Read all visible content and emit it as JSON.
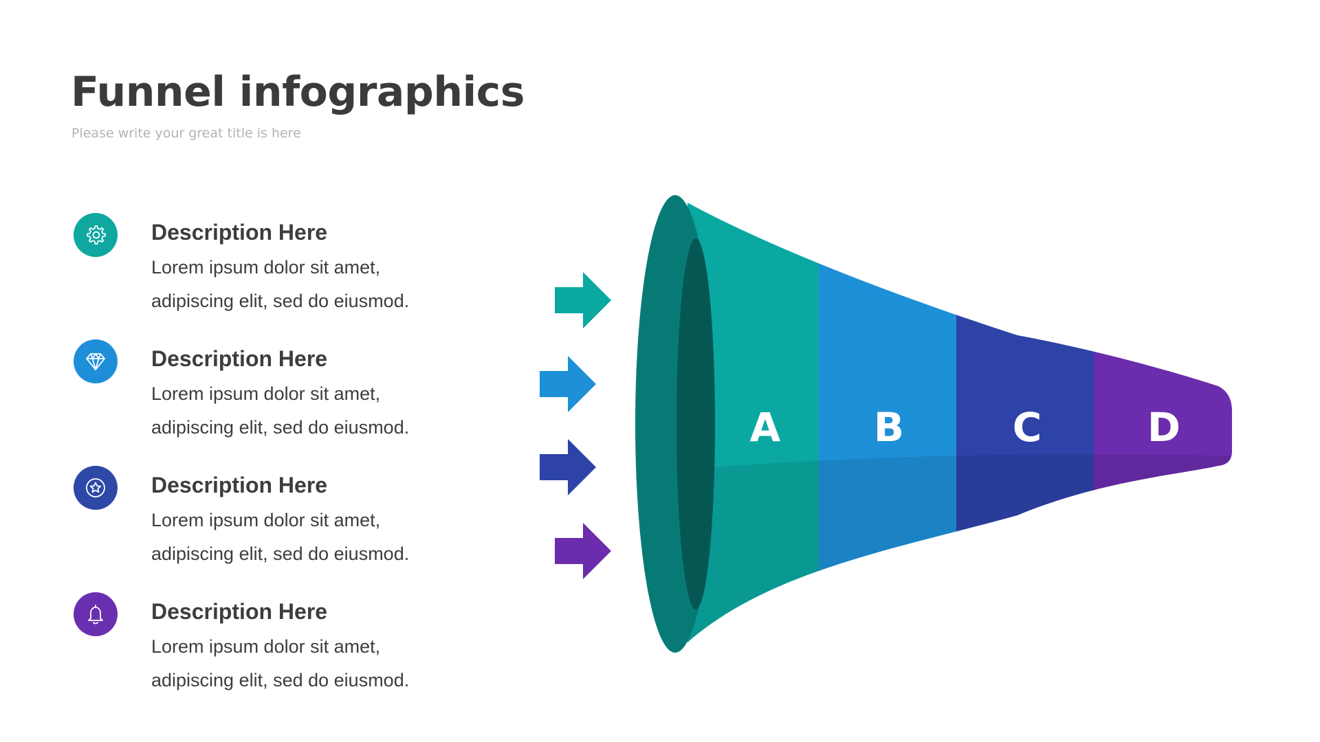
{
  "header": {
    "title": "Funnel infographics",
    "subtitle": "Please write your great title is here"
  },
  "items": [
    {
      "icon": "gear-icon",
      "color": "#0fa8a0",
      "title": "Description Here",
      "line1": "Lorem ipsum dolor sit amet,",
      "line2": "adipiscing elit, sed do eiusmod."
    },
    {
      "icon": "diamond-icon",
      "color": "#1f8ed8",
      "title": "Description Here",
      "line1": "Lorem ipsum dolor sit amet,",
      "line2": "adipiscing elit, sed do eiusmod."
    },
    {
      "icon": "star-icon",
      "color": "#2e48a8",
      "title": "Description Here",
      "line1": "Lorem ipsum dolor sit amet,",
      "line2": "adipiscing elit, sed do eiusmod."
    },
    {
      "icon": "bell-icon",
      "color": "#6a2fb0",
      "title": "Description Here",
      "line1": "Lorem ipsum dolor sit amet,",
      "line2": "adipiscing elit, sed do eiusmod."
    }
  ],
  "funnel": {
    "segments": [
      {
        "label": "A",
        "color": "#0ba8a2"
      },
      {
        "label": "B",
        "color": "#1e90d8"
      },
      {
        "label": "C",
        "color": "#2d43a8"
      },
      {
        "label": "D",
        "color": "#6b2cad"
      }
    ],
    "rim_color": "#087a76",
    "rim_inner_color": "#055754",
    "arrow_colors": [
      "#0ba8a2",
      "#1e90d8",
      "#2d43a8",
      "#6b2cad"
    ]
  }
}
